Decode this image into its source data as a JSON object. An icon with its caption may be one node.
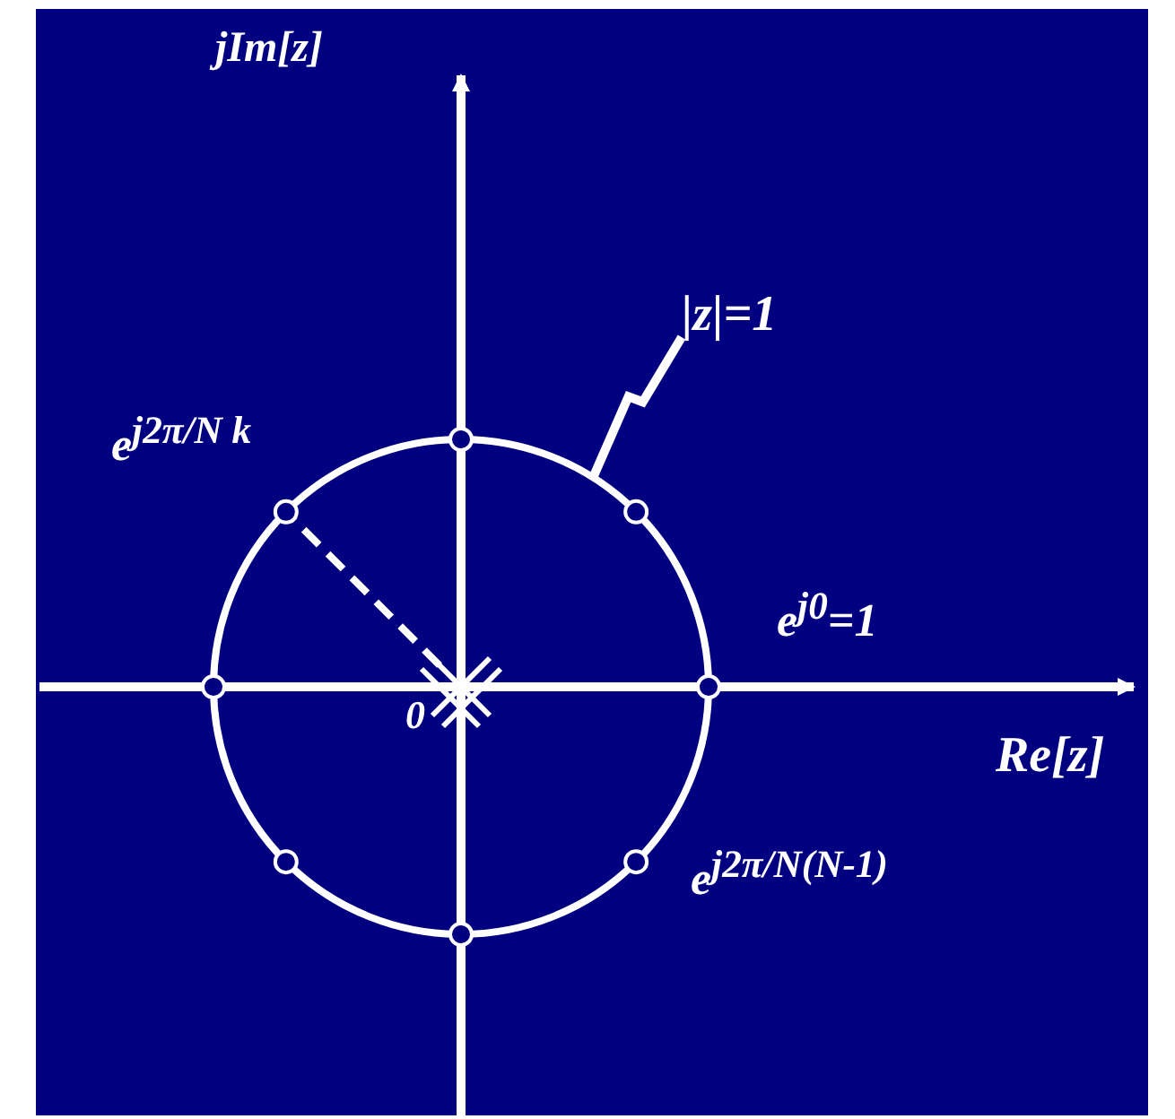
{
  "diagram": {
    "nodes": [
      {
        "text": [
          "|z|=1"
        ]
      },
      {
        "text": [],
        "shape": "circle"
      }
    ],
    "edges": [
      {
        "from": 0,
        "to": 1,
        "arrow": "none"
      }
    ],
    "labels": [
      "jIm[z]",
      "e$^{j2π/N k}$",
      "e$^{j0}$=1",
      "0",
      "Re[z]",
      "e$^{j2π/N(N-1)}$"
    ]
  }
}
